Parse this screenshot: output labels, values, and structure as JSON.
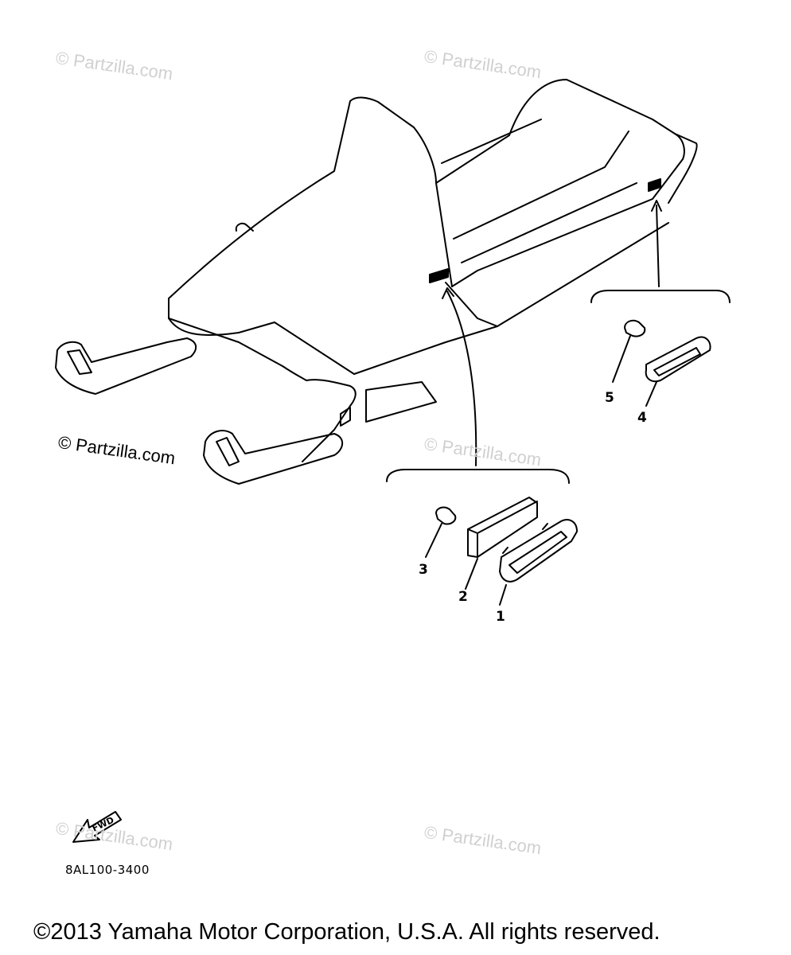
{
  "watermarks": {
    "w1": "© Partzilla.com",
    "w2": "© Partzilla.com",
    "w3": "© Partzilla.com",
    "w4": "© Partzilla.com",
    "w5": "© Partzilla.com",
    "w6": "© Partzilla.com"
  },
  "callouts": {
    "c1": "1",
    "c2": "2",
    "c3": "3",
    "c4": "4",
    "c5": "5"
  },
  "fwd_label": "FWD",
  "diagram_code": "8AL100-3400",
  "copyright": "©2013  Yamaha Motor Corporation, U.S.A. All rights reserved."
}
